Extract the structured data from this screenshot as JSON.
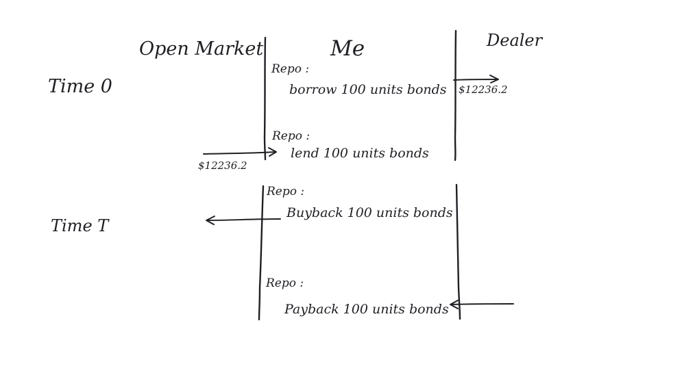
{
  "columns": {
    "open_market": "Open Market",
    "me": "Me",
    "dealer": "Dealer"
  },
  "rows": {
    "time0": "Time 0",
    "timeT": "Time T"
  },
  "time0": {
    "repo1": {
      "label": "Repo :",
      "text": "borrow 100 units bonds",
      "amount": "$12236.2"
    },
    "repo2": {
      "label": "Repo :",
      "text": "lend 100 units bonds",
      "amount": "$12236.2"
    }
  },
  "timeT": {
    "repo1": {
      "label": "Repo :",
      "text": "Buyback 100 units bonds"
    },
    "repo2": {
      "label": "Repo :",
      "text": "Payback 100 units bonds"
    }
  }
}
